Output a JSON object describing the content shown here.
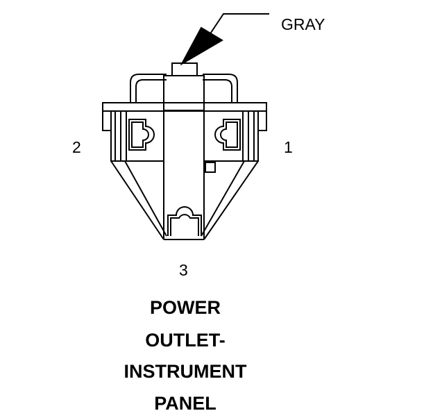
{
  "callout": {
    "label": "GRAY"
  },
  "pins": {
    "pin1": "1",
    "pin2": "2",
    "pin3": "3"
  },
  "title": {
    "lines": [
      "POWER",
      "OUTLET-",
      "INSTRUMENT",
      "PANEL"
    ]
  },
  "colors": {
    "ink": "#000000",
    "background": "#ffffff"
  }
}
